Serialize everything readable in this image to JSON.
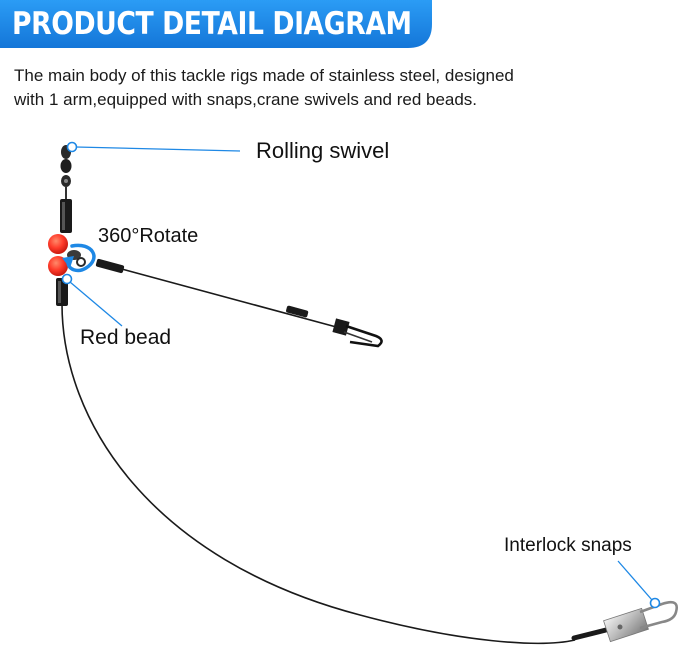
{
  "header": {
    "title": "PRODUCT DETAIL DIAGRAM",
    "banner_color": "#1f8ff0"
  },
  "description": {
    "line1": "The main body of this tackle rigs made of stainless steel, designed",
    "line2": "with 1 arm,equipped with snaps,crane swivels and red beads."
  },
  "callouts": {
    "rolling_swivel": "Rolling swivel",
    "rotate": "360°Rotate",
    "red_bead": "Red bead",
    "interlock_snaps": "Interlock snaps"
  },
  "colors": {
    "callout_line": "#1e88e5",
    "bead": "#ff3b2a",
    "wire": "#1a1a1a"
  }
}
